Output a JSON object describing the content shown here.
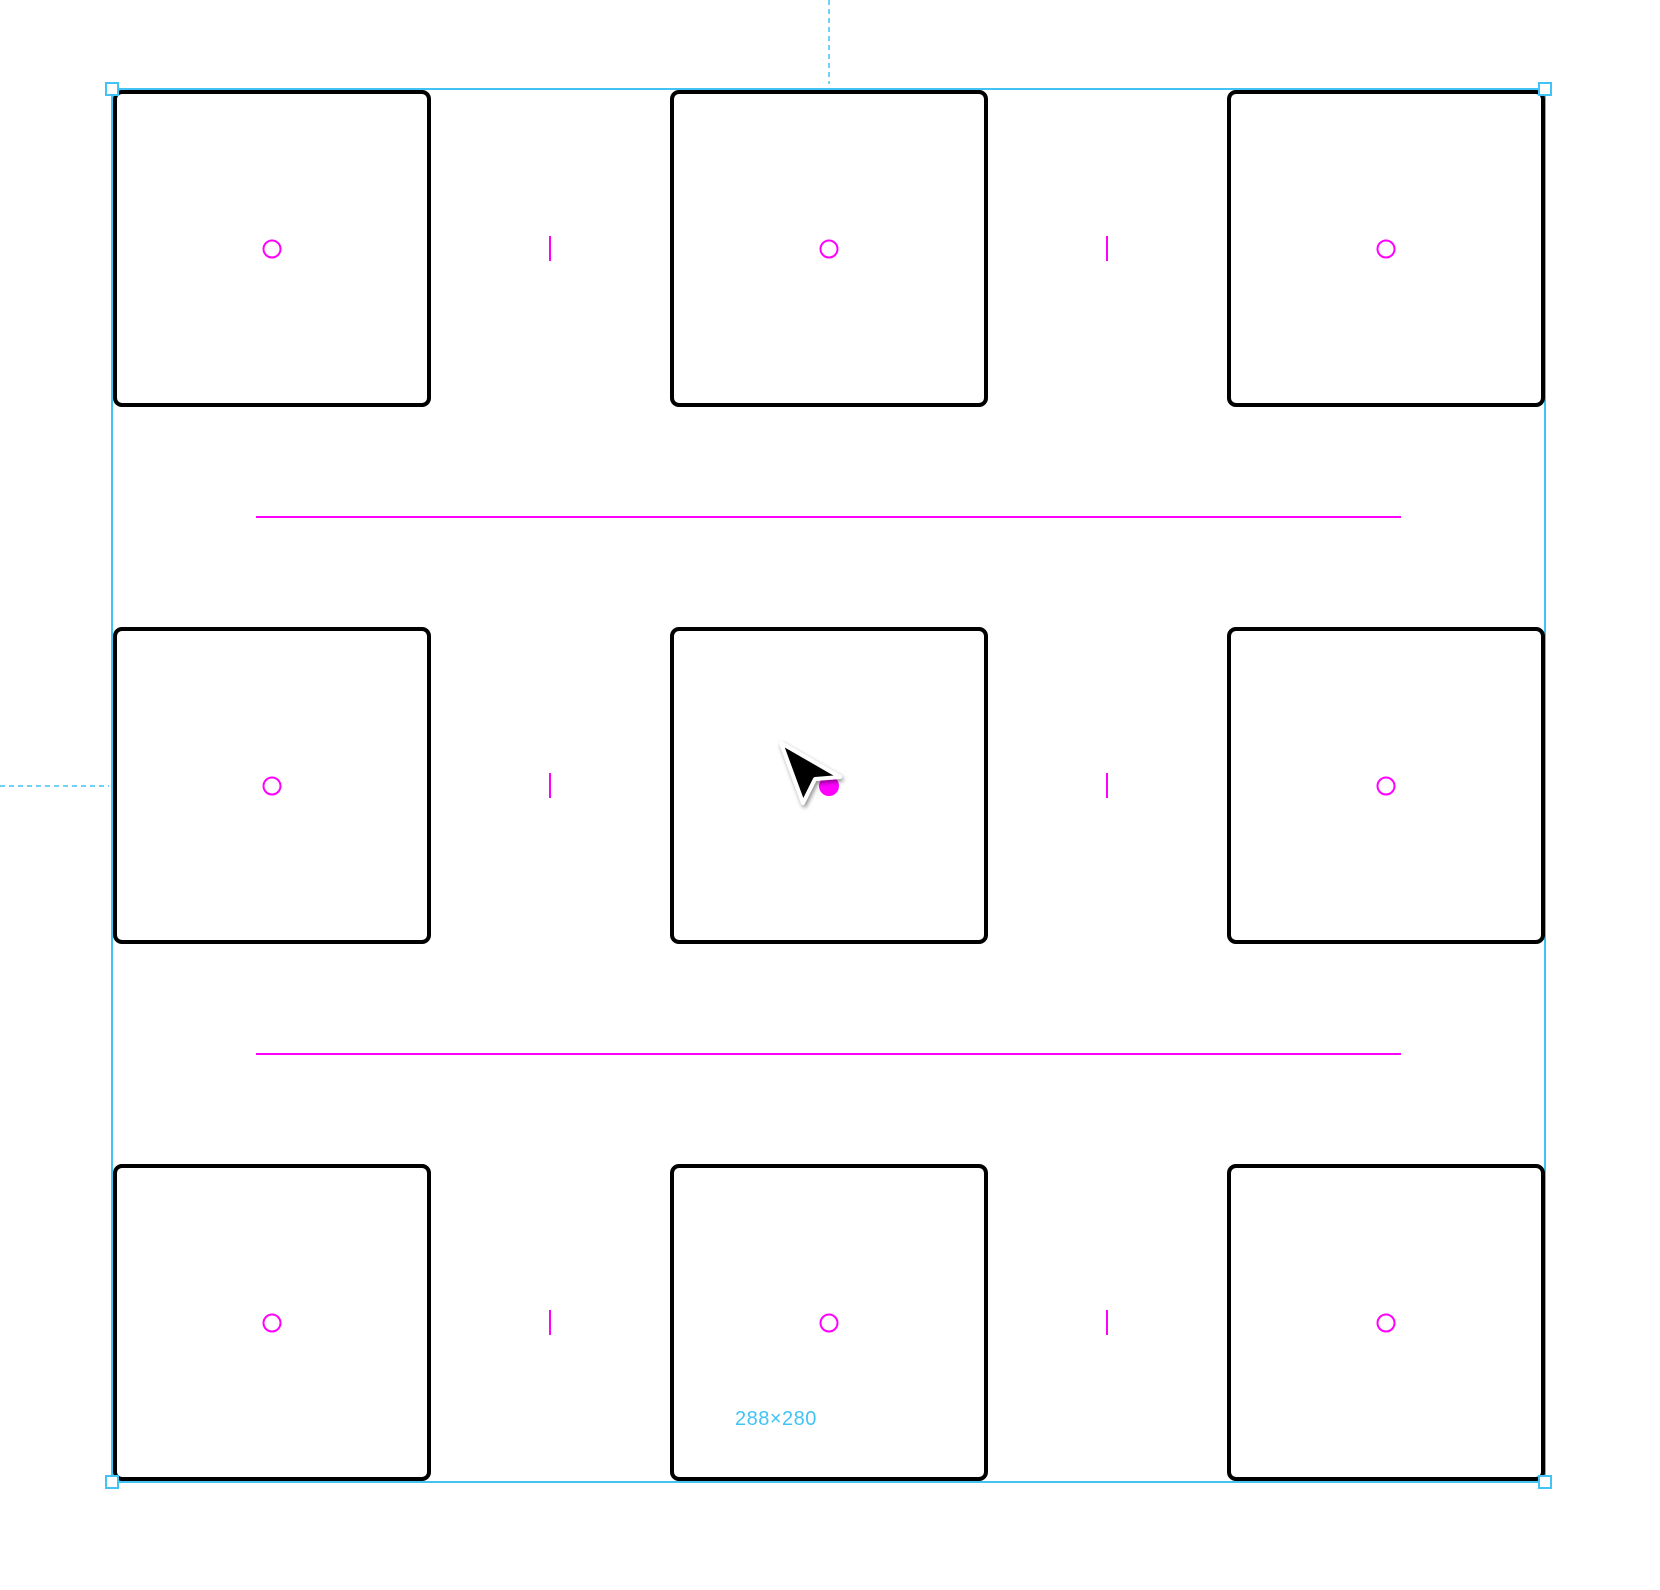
{
  "selection": {
    "dimensions_label": "288×280",
    "grid": {
      "rows": 3,
      "columns": 3,
      "selected_item": {
        "row": 2,
        "column": 2
      }
    },
    "handles": [
      "top-left",
      "top-right",
      "bottom-left",
      "bottom-right"
    ]
  },
  "colors": {
    "selection_blue": "#42c3f5",
    "guide_magenta": "#ff00ff",
    "item_stroke": "#000000",
    "canvas_background": "#ffffff"
  },
  "cursor": {
    "icon": "arrow-pointer-icon"
  }
}
